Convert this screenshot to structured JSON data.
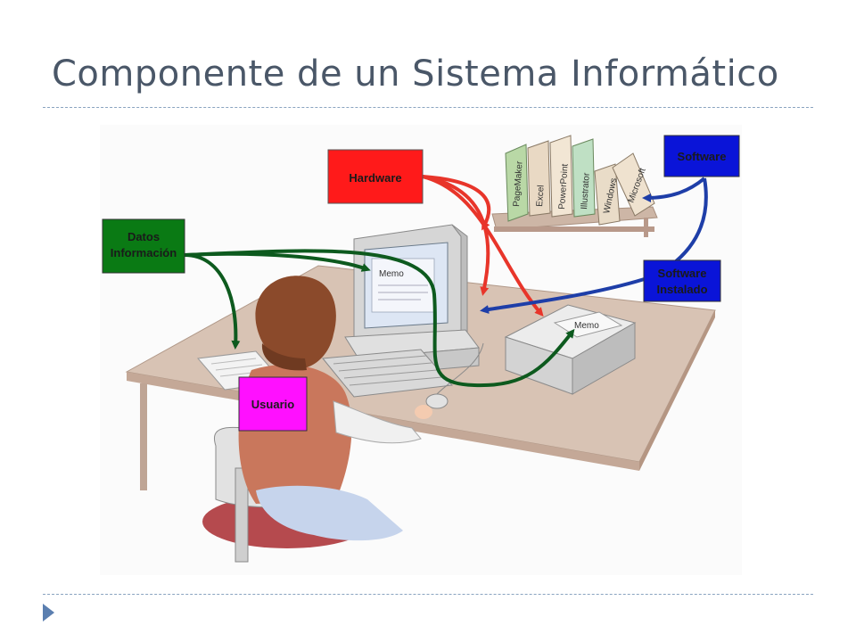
{
  "slide": {
    "title": "Componente de un Sistema Informático"
  },
  "diagram": {
    "labels": {
      "hardware": "Hardware",
      "software": "Software",
      "datos_line1": "Datos",
      "datos_line2": "Información",
      "software_instalado_line1": "Software",
      "software_instalado_line2": "Instalado",
      "usuario": "Usuario"
    },
    "books": [
      "PageMaker",
      "Excel",
      "PowerPoint",
      "Illustrator",
      "Windows",
      "Microsoft"
    ],
    "screen_text": "Memo",
    "printer_text": "Memo",
    "colors": {
      "hardware": "#ff1a1a",
      "software": "#0a14d8",
      "datos": "#0a7a14",
      "usuario": "#ff10ff",
      "arrow_red": "#e8352a",
      "arrow_blue": "#1e3ea8",
      "arrow_green": "#0d5a1e"
    }
  }
}
